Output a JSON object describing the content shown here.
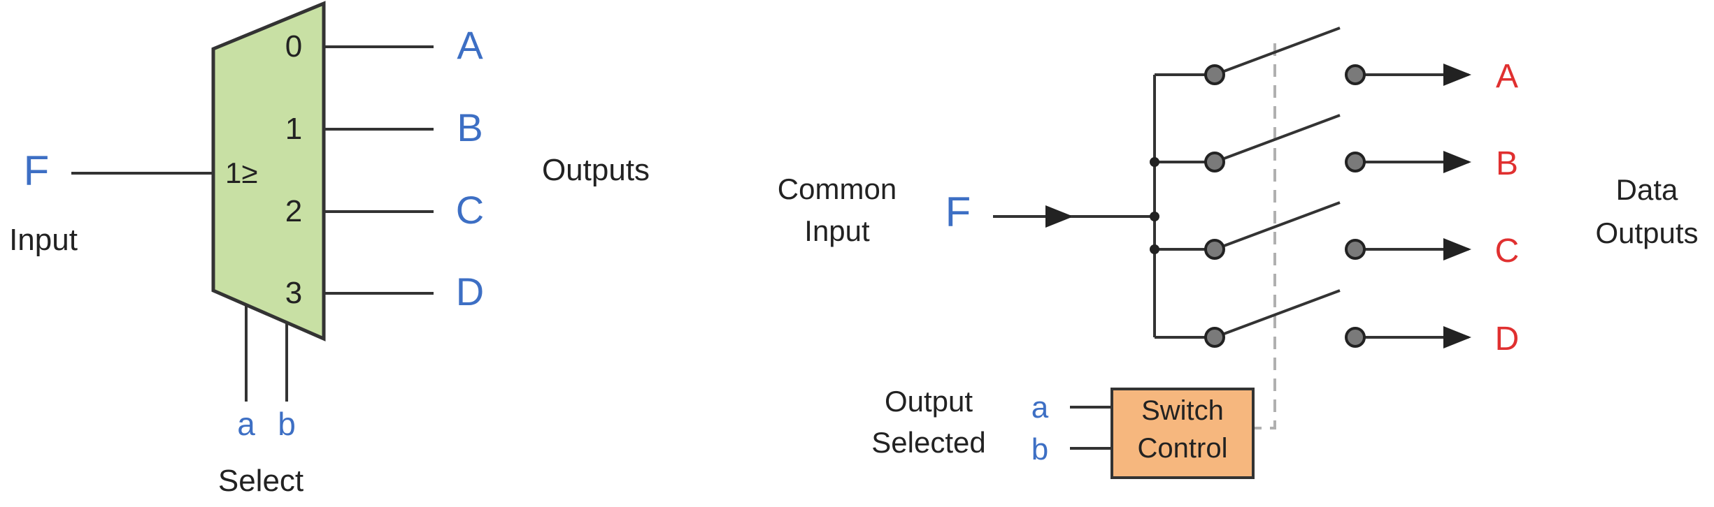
{
  "left_demux": {
    "input_letter": "F",
    "input_label": "Input",
    "symbol": "1≥",
    "output_numbers": [
      "0",
      "1",
      "2",
      "3"
    ],
    "output_letters": [
      "A",
      "B",
      "C",
      "D"
    ],
    "outputs_label": "Outputs",
    "select_letters": [
      "a",
      "b"
    ],
    "select_label": "Select"
  },
  "right_switch": {
    "common_input_label_line1": "Common",
    "common_input_label_line2": "Input",
    "input_letter": "F",
    "output_letters": [
      "A",
      "B",
      "C",
      "D"
    ],
    "data_outputs_line1": "Data",
    "data_outputs_line2": "Outputs",
    "output_selected_line1": "Output",
    "output_selected_line2": "Selected",
    "select_letters": [
      "a",
      "b"
    ],
    "switch_control_line1": "Switch",
    "switch_control_line2": "Control"
  },
  "colors": {
    "demux_fill": "#c8e0a4",
    "switch_box_fill": "#f6b77e",
    "label_blue": "#3d6fc4",
    "label_red": "#e03030",
    "contact_gray": "#7a7a7a"
  }
}
